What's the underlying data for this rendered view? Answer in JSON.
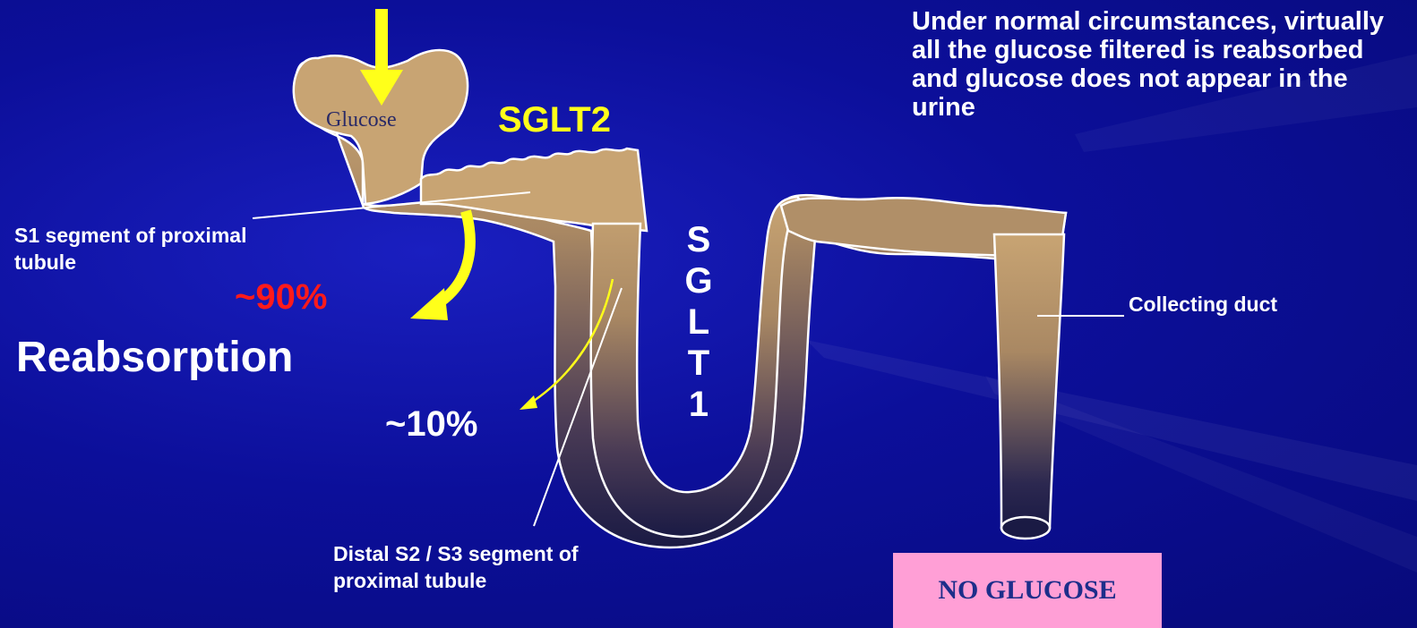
{
  "note": "Under normal circumstances, virtually all the glucose filtered is reabsorbed and glucose does not appear in the urine",
  "glucose_label": "Glucose",
  "sglt2_label": "SGLT2",
  "sglt1_label": "SGLT1",
  "s1_label": "S1 segment of proximal tubule",
  "pct_90": "~90%",
  "reabsorption_label": "Reabsorption",
  "pct_10": "~10%",
  "distal_label": "Distal S2 / S3 segment of proximal tubule",
  "collecting_label": "Collecting duct",
  "no_glucose_label": "NO GLUCOSE",
  "colors": {
    "background": "#0c0f9a",
    "tubule_top": "#c8a473",
    "tubule_bottom": "#1a1a44",
    "arrow": "#ffff1a",
    "percent_90": "#ff1a1a",
    "no_glucose_box": "#ff9fd6"
  }
}
